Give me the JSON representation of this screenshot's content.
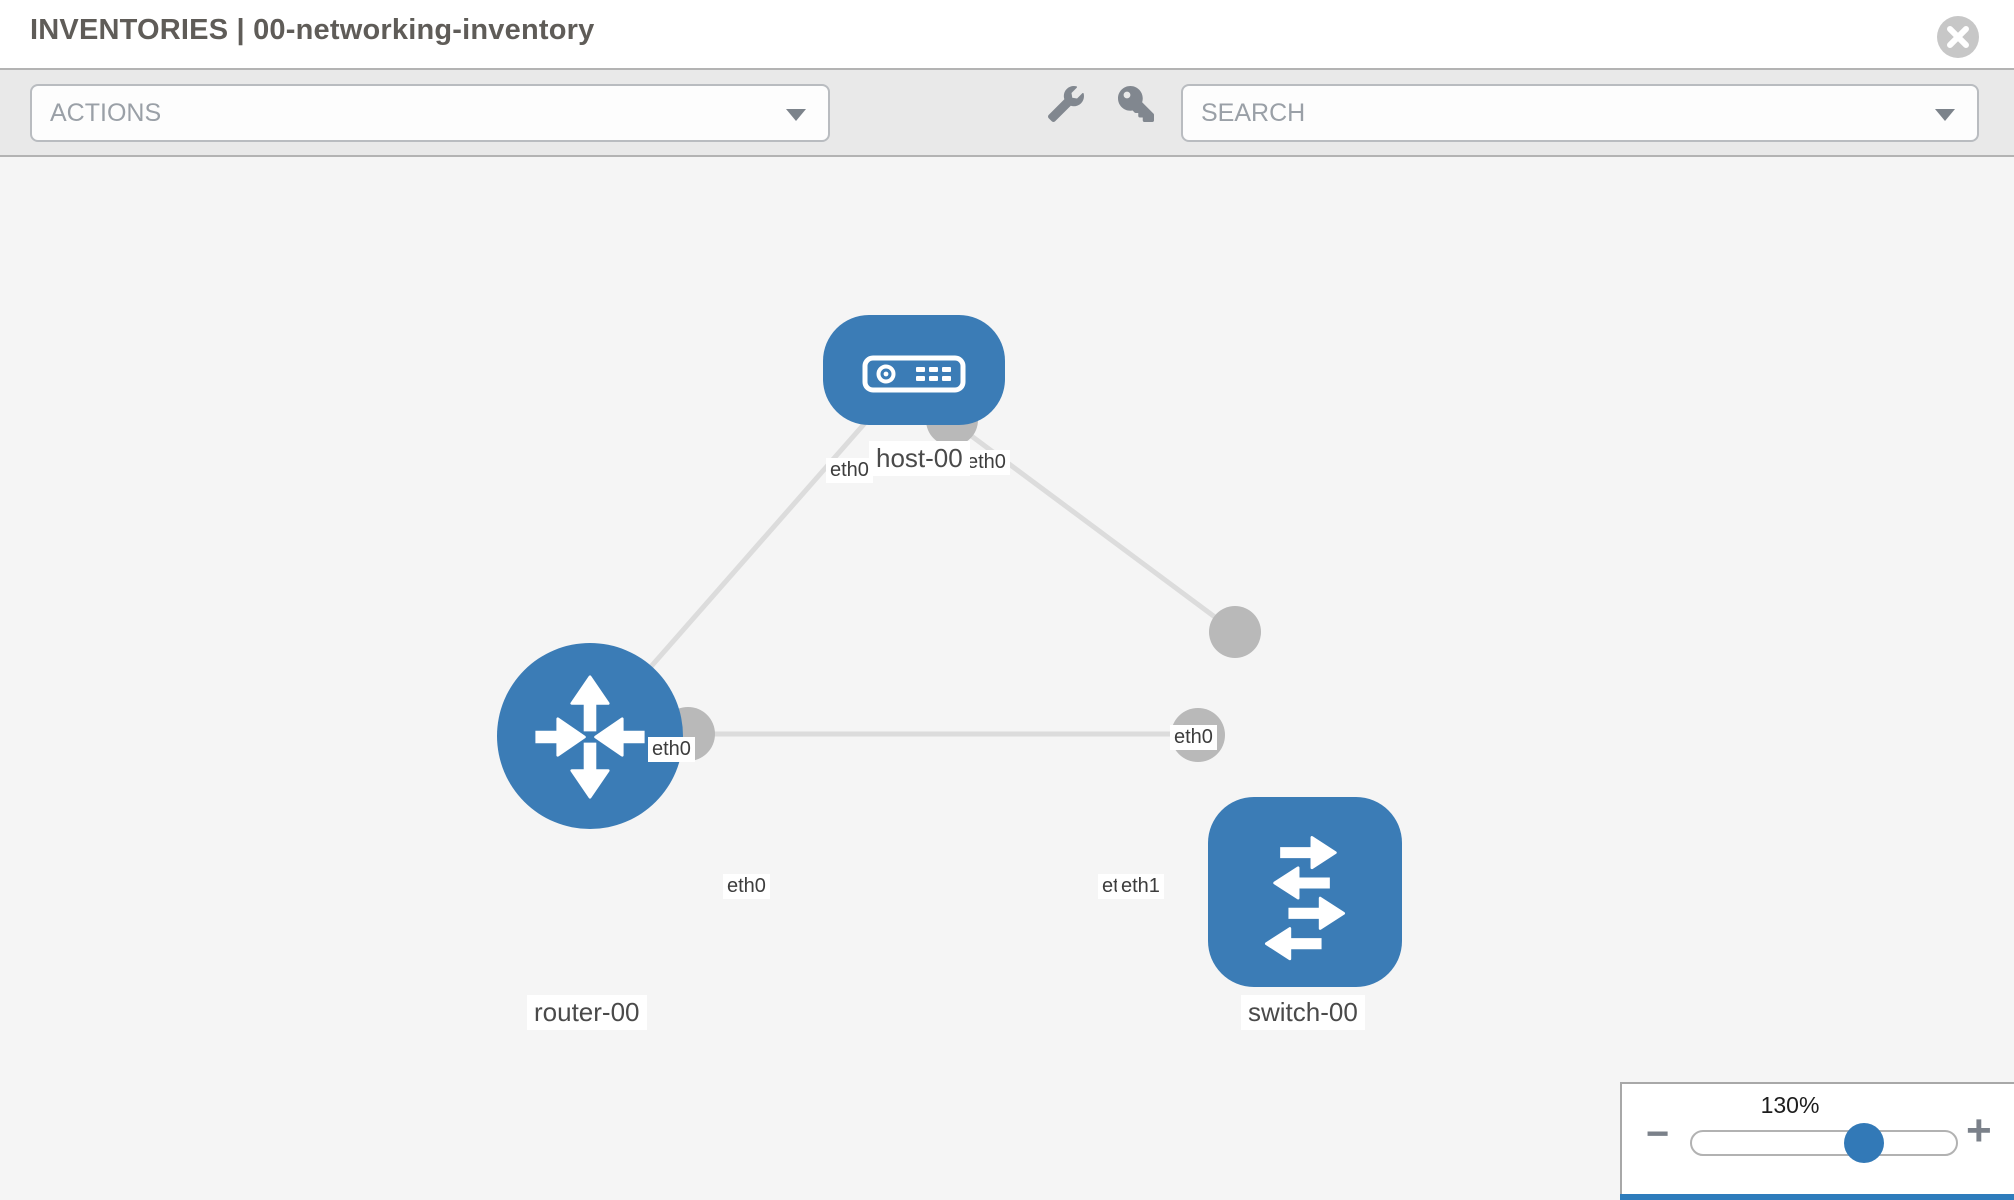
{
  "header": {
    "title": "INVENTORIES | 00-networking-inventory"
  },
  "toolbar": {
    "actions_label": "ACTIONS",
    "search_label": "SEARCH",
    "icon_buttons": [
      "wrench-icon",
      "key-icon"
    ]
  },
  "topology": {
    "nodes": [
      {
        "label": "host-00",
        "type": "host"
      },
      {
        "label": "router-00",
        "type": "router"
      },
      {
        "label": "switch-00",
        "type": "switch"
      }
    ],
    "links": [
      {
        "from": "router-00",
        "from_interface": "eth0",
        "to": "host-00",
        "to_interface": "eth0"
      },
      {
        "from": "host-00",
        "from_interface": "eth0",
        "to": "switch-00",
        "to_interface": "eth0"
      },
      {
        "from": "router-00",
        "from_interface": "eth0",
        "to": "switch-00",
        "to_interface": "eth1"
      }
    ]
  },
  "zoom_control": {
    "level": "130%",
    "decrease": "−",
    "increase": "+"
  },
  "colors": {
    "node_blue": "#3b7cb6",
    "slider_knob_blue": "#3279b7",
    "edge_gray": "#dcdcdc",
    "connector_gray": "#b9b9b9",
    "toolbar_gray": "#e9e9e9",
    "canvas_gray": "#f5f5f5"
  }
}
